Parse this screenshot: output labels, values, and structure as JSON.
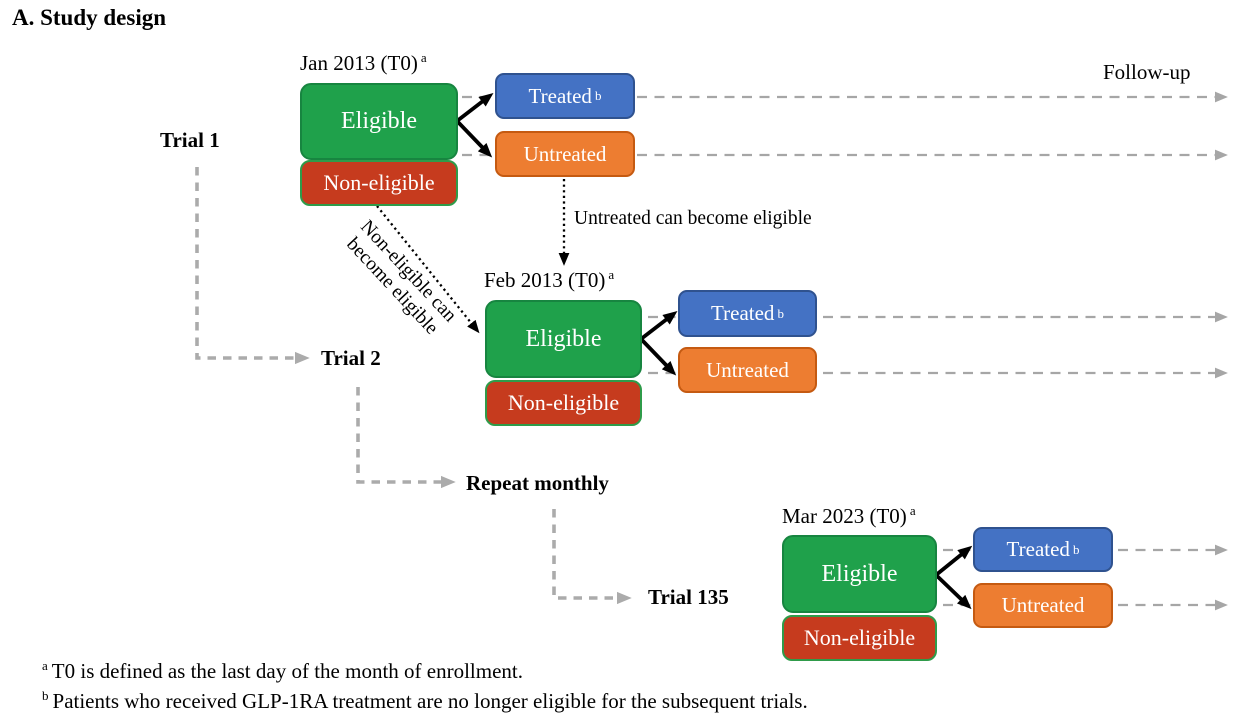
{
  "title": "A. Study design",
  "labels": {
    "follow_up": "Follow-up",
    "repeat_monthly": "Repeat monthly",
    "untreated_note": "Untreated can become eligible",
    "non_eligible_note_line1": "Non-eligible can",
    "non_eligible_note_line2": "become eligible"
  },
  "trials": [
    {
      "name": "Trial 1",
      "date": "Jan 2013 (T0)",
      "date_sup": "a",
      "eligible": "Eligible",
      "non_eligible": "Non-eligible",
      "treated": "Treated",
      "treated_sup": "b",
      "untreated": "Untreated"
    },
    {
      "name": "Trial 2",
      "date": "Feb 2013 (T0)",
      "date_sup": "a",
      "eligible": "Eligible",
      "non_eligible": "Non-eligible",
      "treated": "Treated",
      "treated_sup": "b",
      "untreated": "Untreated"
    },
    {
      "name": "Trial 135",
      "date": "Mar 2023 (T0)",
      "date_sup": "a",
      "eligible": "Eligible",
      "non_eligible": "Non-eligible",
      "treated": "Treated",
      "treated_sup": "b",
      "untreated": "Untreated"
    }
  ],
  "footnotes": [
    {
      "marker": "a",
      "text": "T0 is defined as the last day of the month of enrollment."
    },
    {
      "marker": "b",
      "text": "Patients who received GLP-1RA treatment are no longer eligible for the subsequent trials."
    }
  ],
  "colors": {
    "eligible_fill": "#1FA14B",
    "eligible_border": "#178540",
    "non_eligible_fill": "#C63B1E",
    "non_eligible_border": "#2F9B4A",
    "treated_fill": "#4472C4",
    "treated_border": "#2F528F",
    "untreated_fill": "#ED7D31",
    "untreated_border": "#C55A11",
    "dash_gray": "#A6A6A6",
    "dash_gray_thick": "#ABABAB",
    "arrow_black": "#000000"
  }
}
